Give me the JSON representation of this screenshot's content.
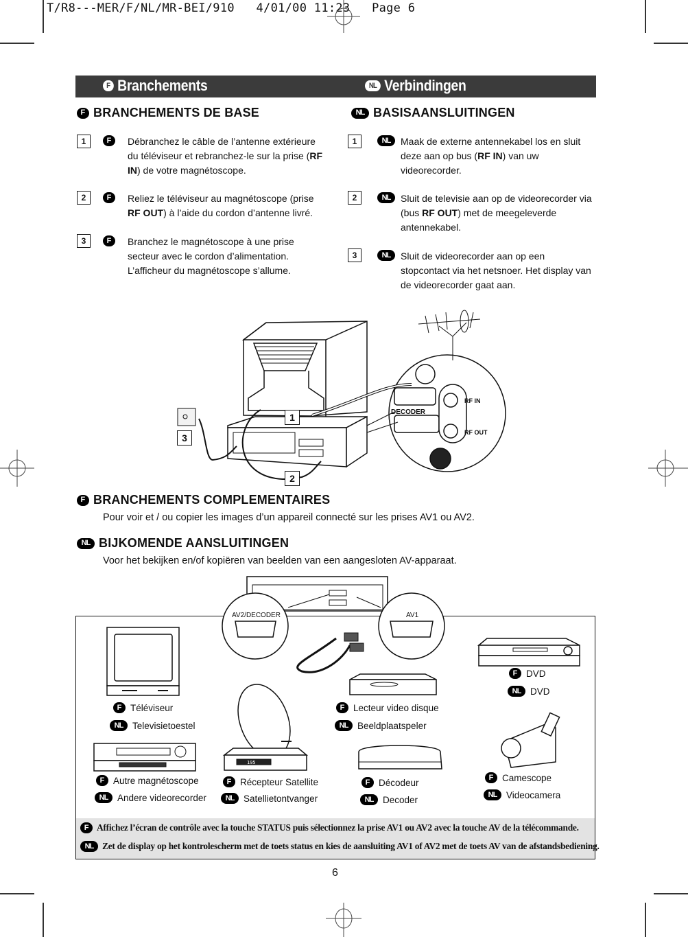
{
  "print_slug": "T/R8---MER/F/NL/MR-BEI/910   4/01/00 11:23   Page 6",
  "lang_badges": {
    "fr": "F",
    "nl": "NL"
  },
  "header": {
    "fr_title": "Branchements",
    "nl_title": "Verbindingen",
    "bar_color": "#3b3b3b"
  },
  "basic": {
    "fr_heading": "BRANCHEMENTS DE BASE",
    "nl_heading": "BASISAANSLUITINGEN",
    "fr_steps": [
      {
        "num": "1",
        "parts": [
          "Débranchez le câble de l’antenne extérieure du téléviseur et rebranchez-le sur la prise (",
          "RF IN",
          ") de votre magnétoscope."
        ]
      },
      {
        "num": "2",
        "parts": [
          "Reliez le téléviseur au magnétoscope (prise ",
          "RF OUT",
          ") à l’aide du cordon d’antenne livré."
        ]
      },
      {
        "num": "3",
        "parts": [
          "Branchez le magnétoscope à une prise secteur avec le cordon d’alimentation. L’afficheur du magnétoscope s’allume.",
          "",
          ""
        ]
      }
    ],
    "nl_steps": [
      {
        "num": "1",
        "parts": [
          "Maak de externe antennekabel los en sluit deze aan op bus (",
          "RF IN",
          ") van uw videorecorder."
        ]
      },
      {
        "num": "2",
        "parts": [
          "Sluit de televisie aan op de videorecorder via (bus ",
          "RF OUT",
          ") met de meegeleverde antennekabel."
        ]
      },
      {
        "num": "3",
        "parts": [
          "Sluit de videorecorder aan op een stopcontact via het netsnoer. Het display van de videorecorder gaat aan.",
          "",
          ""
        ]
      }
    ]
  },
  "diagram1": {
    "callouts": [
      "1",
      "2",
      "3"
    ],
    "labels": {
      "decoder": "DECODER",
      "rf_in": "RF IN",
      "rf_out": "RF OUT"
    }
  },
  "extra": {
    "fr_heading": "BRANCHEMENTS COMPLEMENTAIRES",
    "fr_text": "Pour voir et / ou copier les images d’un appareil connecté sur les prises AV1 ou AV2.",
    "nl_heading": "BIJKOMENDE AANSLUITINGEN",
    "nl_text": "Voor het bekijken en/of kopiëren van beelden van een aangesloten AV-apparaat."
  },
  "diagram2": {
    "connector_left": "AV2/DECODER",
    "connector_right": "AV1"
  },
  "devices": [
    {
      "id": "tv",
      "fr": "Téléviseur",
      "nl": "Televisietoestel"
    },
    {
      "id": "ldp",
      "fr": "Lecteur video disque",
      "nl": "Beeldplaatspeler"
    },
    {
      "id": "dvd",
      "fr": "DVD",
      "nl": "DVD"
    },
    {
      "id": "vcr",
      "fr": "Autre magnétoscope",
      "nl": "Andere videorecorder"
    },
    {
      "id": "sat",
      "fr": "Récepteur Satellite",
      "nl": "Satellietontvanger",
      "display": "195"
    },
    {
      "id": "dec",
      "fr": "Décodeur",
      "nl": "Decoder"
    },
    {
      "id": "cam",
      "fr": "Camescope",
      "nl": "Videocamera"
    }
  ],
  "notes": {
    "fr": "Affichez l’écran de contrôle avec la touche STATUS puis sélectionnez la prise AV1 ou AV2 avec la touche AV de la télécommande.",
    "nl": "Zet de display op het kontrolescherm met de toets status en kies de aansluiting AV1 of AV2 met de toets AV van de afstandsbediening.",
    "bg_color": "#e3e3e3"
  },
  "page_number": "6"
}
